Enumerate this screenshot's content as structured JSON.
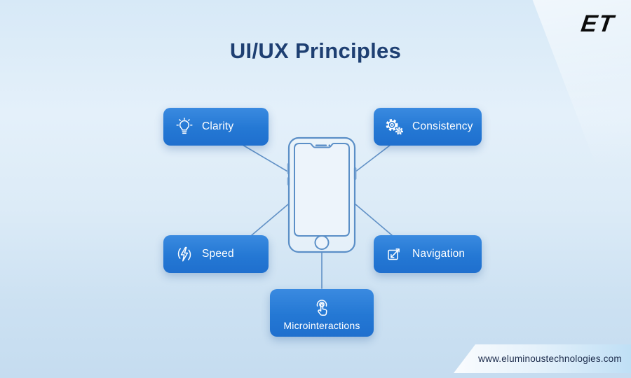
{
  "logo": {
    "text": "ET"
  },
  "title": "UI/UX Principles",
  "principles": [
    {
      "label": "Clarity",
      "icon": "lightbulb-icon"
    },
    {
      "label": "Consistency",
      "icon": "gears-icon"
    },
    {
      "label": "Speed",
      "icon": "lightning-icon"
    },
    {
      "label": "Navigation",
      "icon": "navigation-arrows-icon"
    },
    {
      "label": "Microinteractions",
      "icon": "tap-icon"
    }
  ],
  "center_graphic": "smartphone-outline",
  "footer": {
    "website": "www.eluminoustechnologies.com"
  },
  "colors": {
    "box_blue": "#2478d4",
    "box_blue_light": "#3a8ae0",
    "box_text": "#ffffff",
    "title_text": "#1e3f72",
    "connector_line": "#6191c6",
    "phone_outline": "#5b8fc7",
    "logo_text": "#0b0b0b",
    "footer_text": "#1b2a4a",
    "background_top": "#d7e9f7",
    "background_bottom": "#c5dcf0"
  }
}
